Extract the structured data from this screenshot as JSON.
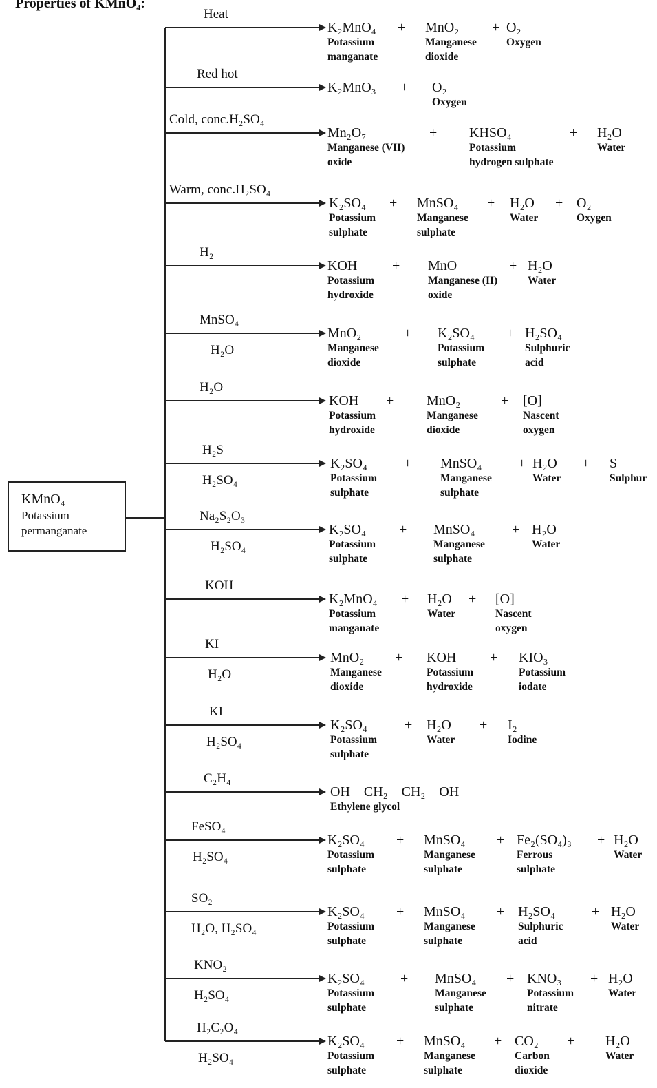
{
  "page_title": "Properties of KMnO₄:",
  "source": {
    "formula": "KMnO₄",
    "name_line1": "Potassium",
    "name_line2": "permanganate"
  },
  "reactions": [
    {
      "conditions": [
        "Heat"
      ],
      "products": [
        {
          "formula": "K₂MnO₄",
          "label": [
            "Potassium",
            "manganate"
          ]
        },
        {
          "formula": "MnO₂",
          "label": [
            "Manganese",
            "dioxide"
          ]
        },
        {
          "formula": "O₂",
          "label": [
            "Oxygen"
          ]
        }
      ]
    },
    {
      "conditions": [
        "Red hot"
      ],
      "products": [
        {
          "formula": "K₂MnO₃",
          "label": []
        },
        {
          "formula": "O₂",
          "label": [
            "Oxygen"
          ]
        }
      ]
    },
    {
      "conditions": [
        "Cold, conc.H₂SO₄"
      ],
      "products": [
        {
          "formula": "Mn₂O₇",
          "label": [
            "Manganese (VII)",
            "oxide"
          ]
        },
        {
          "formula": "KHSO₄",
          "label": [
            "Potassium",
            "hydrogen sulphate"
          ]
        },
        {
          "formula": "H₂O",
          "label": [
            "Water"
          ]
        }
      ]
    },
    {
      "conditions": [
        "Warm, conc.H₂SO₄"
      ],
      "products": [
        {
          "formula": "K₂SO₄",
          "label": [
            "Potassium",
            "sulphate"
          ]
        },
        {
          "formula": "MnSO₄",
          "label": [
            "Manganese",
            "sulphate"
          ]
        },
        {
          "formula": "H₂O",
          "label": [
            "Water"
          ]
        },
        {
          "formula": "O₂",
          "label": [
            "Oxygen"
          ]
        }
      ]
    },
    {
      "conditions": [
        "H₂"
      ],
      "products": [
        {
          "formula": "KOH",
          "label": [
            "Potassium",
            "hydroxide"
          ]
        },
        {
          "formula": "MnO",
          "label": [
            "Manganese (II)",
            "oxide"
          ]
        },
        {
          "formula": "H₂O",
          "label": [
            "Water"
          ]
        }
      ]
    },
    {
      "conditions": [
        "MnSO₄",
        "H₂O"
      ],
      "products": [
        {
          "formula": "MnO₂",
          "label": [
            "Manganese",
            "dioxide"
          ]
        },
        {
          "formula": "K₂SO₄",
          "label": [
            "Potassium",
            "sulphate"
          ]
        },
        {
          "formula": "H₂SO₄",
          "label": [
            "Sulphuric",
            "acid"
          ]
        }
      ]
    },
    {
      "conditions": [
        "H₂O"
      ],
      "products": [
        {
          "formula": "KOH",
          "label": [
            "Potassium",
            "hydroxide"
          ]
        },
        {
          "formula": "MnO₂",
          "label": [
            "Manganese",
            "dioxide"
          ]
        },
        {
          "formula": "[O]",
          "label": [
            "Nascent",
            "oxygen"
          ]
        }
      ]
    },
    {
      "conditions": [
        "H₂S",
        "H₂SO₄"
      ],
      "products": [
        {
          "formula": "K₂SO₄",
          "label": [
            "Potassium",
            "sulphate"
          ]
        },
        {
          "formula": "MnSO₄",
          "label": [
            "Manganese",
            "sulphate"
          ]
        },
        {
          "formula": "H₂O",
          "label": [
            "Water"
          ]
        },
        {
          "formula": "S",
          "label": [
            "Sulphur"
          ]
        }
      ]
    },
    {
      "conditions": [
        "Na₂S₂O₃",
        "H₂SO₄"
      ],
      "products": [
        {
          "formula": "K₂SO₄",
          "label": [
            "Potassium",
            "sulphate"
          ]
        },
        {
          "formula": "MnSO₄",
          "label": [
            "Manganese",
            "sulphate"
          ]
        },
        {
          "formula": "H₂O",
          "label": [
            "Water"
          ]
        }
      ]
    },
    {
      "conditions": [
        "KOH"
      ],
      "products": [
        {
          "formula": "K₂MnO₄",
          "label": [
            "Potassium",
            "manganate"
          ]
        },
        {
          "formula": "H₂O",
          "label": [
            "Water"
          ]
        },
        {
          "formula": "[O]",
          "label": [
            "Nascent",
            "oxygen"
          ]
        }
      ]
    },
    {
      "conditions": [
        "KI",
        "H₂O"
      ],
      "products": [
        {
          "formula": "MnO₂",
          "label": [
            "Manganese",
            "dioxide"
          ]
        },
        {
          "formula": "KOH",
          "label": [
            "Potassium",
            "hydroxide"
          ]
        },
        {
          "formula": "KIO₃",
          "label": [
            "Potassium",
            "iodate"
          ]
        }
      ]
    },
    {
      "conditions": [
        "KI",
        "H₂SO₄"
      ],
      "products": [
        {
          "formula": "K₂SO₄",
          "label": [
            "Potassium",
            "sulphate"
          ]
        },
        {
          "formula": "H₂O",
          "label": [
            "Water"
          ]
        },
        {
          "formula": "I₂",
          "label": [
            "Iodine"
          ]
        }
      ]
    },
    {
      "conditions": [
        "C₂H₄"
      ],
      "products": [
        {
          "formula": "OH – CH₂ – CH₂ – OH",
          "label": [
            "Ethylene glycol"
          ]
        }
      ]
    },
    {
      "conditions": [
        "FeSO₄",
        "H₂SO₄"
      ],
      "products": [
        {
          "formula": "K₂SO₄",
          "label": [
            "Potassium",
            "sulphate"
          ]
        },
        {
          "formula": "MnSO₄",
          "label": [
            "Manganese",
            "sulphate"
          ]
        },
        {
          "formula": "Fe₂(SO₄)₃",
          "label": [
            "Ferrous",
            "sulphate"
          ]
        },
        {
          "formula": "H₂O",
          "label": [
            "Water"
          ]
        }
      ]
    },
    {
      "conditions": [
        "SO₂",
        "H₂O, H₂SO₄"
      ],
      "products": [
        {
          "formula": "K₂SO₄",
          "label": [
            "Potassium",
            "sulphate"
          ]
        },
        {
          "formula": "MnSO₄",
          "label": [
            "Manganese",
            "sulphate"
          ]
        },
        {
          "formula": "H₂SO₄",
          "label": [
            "Sulphuric",
            "acid"
          ]
        },
        {
          "formula": "H₂O",
          "label": [
            "Water"
          ]
        }
      ]
    },
    {
      "conditions": [
        "KNO₂",
        "H₂SO₄"
      ],
      "products": [
        {
          "formula": "K₂SO₄",
          "label": [
            "Potassium",
            "sulphate"
          ]
        },
        {
          "formula": "MnSO₄",
          "label": [
            "Manganese",
            "sulphate"
          ]
        },
        {
          "formula": "KNO₃",
          "label": [
            "Potassium",
            "nitrate"
          ]
        },
        {
          "formula": "H₂O",
          "label": [
            "Water"
          ]
        }
      ]
    },
    {
      "conditions": [
        "H₂C₂O₄",
        "H₂SO₄"
      ],
      "products": [
        {
          "formula": "K₂SO₄",
          "label": [
            "Potassium",
            "sulphate"
          ]
        },
        {
          "formula": "MnSO₄",
          "label": [
            "Manganese",
            "sulphate"
          ]
        },
        {
          "formula": "CO₂",
          "label": [
            "Carbon",
            "dioxide"
          ]
        },
        {
          "formula": "H₂O",
          "label": [
            "Water"
          ]
        }
      ]
    }
  ]
}
